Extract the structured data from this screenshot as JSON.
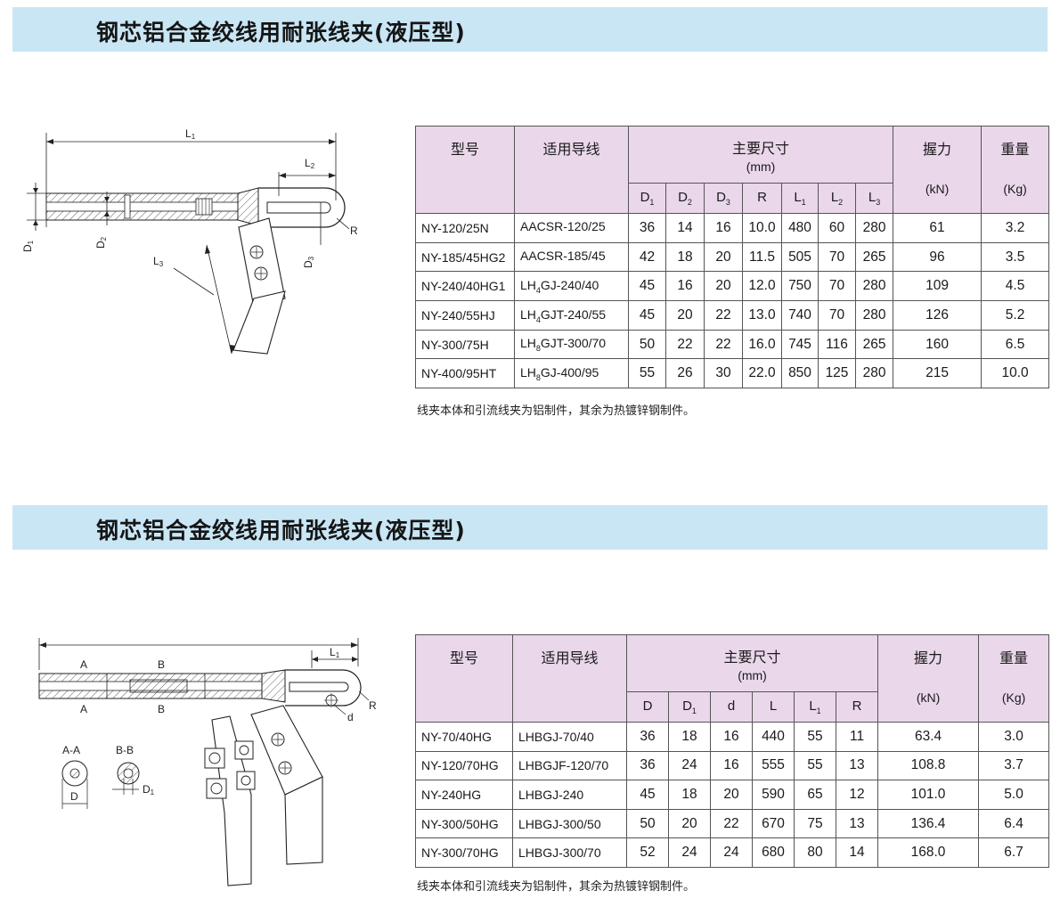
{
  "section1": {
    "title": "钢芯铝合金绞线用耐张线夹(液压型)",
    "drawing_labels": {
      "L1": "L",
      "L1s": "1",
      "L2": "L",
      "L2s": "2",
      "L3": "L",
      "L3s": "3",
      "D1": "D",
      "D1s": "1",
      "D2": "D",
      "D2s": "2",
      "D3": "D",
      "D3s": "3",
      "R": "R"
    },
    "table": {
      "h_model": "型号",
      "h_conductor": "适用导线",
      "h_dims": "主要尺寸",
      "h_dims_unit": "(mm)",
      "h_grip": "握力",
      "h_grip_unit": "(kN)",
      "h_weight": "重量",
      "h_weight_unit": "(Kg)",
      "sub": [
        {
          "b": "D",
          "s": "1"
        },
        {
          "b": "D",
          "s": "2"
        },
        {
          "b": "D",
          "s": "3"
        },
        {
          "b": "R",
          "s": ""
        },
        {
          "b": "L",
          "s": "1"
        },
        {
          "b": "L",
          "s": "2"
        },
        {
          "b": "L",
          "s": "3"
        }
      ],
      "rows": [
        {
          "model": "NY-120/25N",
          "cb": "AACSR-120/25",
          "cs": "",
          "ca": "",
          "d1": "36",
          "d2": "14",
          "d3": "16",
          "r": "10.0",
          "l1": "480",
          "l2": "60",
          "l3": "280",
          "grip": "61",
          "weight": "3.2"
        },
        {
          "model": "NY-185/45HG2",
          "cb": "AACSR-185/45",
          "cs": "",
          "ca": "",
          "d1": "42",
          "d2": "18",
          "d3": "20",
          "r": "11.5",
          "l1": "505",
          "l2": "70",
          "l3": "265",
          "grip": "96",
          "weight": "3.5"
        },
        {
          "model": "NY-240/40HG1",
          "cb": "LH",
          "cs": "4",
          "ca": "GJ-240/40",
          "d1": "45",
          "d2": "16",
          "d3": "20",
          "r": "12.0",
          "l1": "750",
          "l2": "70",
          "l3": "280",
          "grip": "109",
          "weight": "4.5"
        },
        {
          "model": "NY-240/55HJ",
          "cb": "LH",
          "cs": "4",
          "ca": "GJT-240/55",
          "d1": "45",
          "d2": "20",
          "d3": "22",
          "r": "13.0",
          "l1": "740",
          "l2": "70",
          "l3": "280",
          "grip": "126",
          "weight": "5.2"
        },
        {
          "model": "NY-300/75H",
          "cb": "LH",
          "cs": "8",
          "ca": "GJT-300/70",
          "d1": "50",
          "d2": "22",
          "d3": "22",
          "r": "16.0",
          "l1": "745",
          "l2": "116",
          "l3": "265",
          "grip": "160",
          "weight": "6.5"
        },
        {
          "model": "NY-400/95HT",
          "cb": "LH",
          "cs": "8",
          "ca": "GJ-400/95",
          "d1": "55",
          "d2": "26",
          "d3": "30",
          "r": "22.0",
          "l1": "850",
          "l2": "125",
          "l3": "280",
          "grip": "215",
          "weight": "10.0"
        }
      ]
    },
    "note": "线夹本体和引流线夹为铝制件，其余为热镀锌钢制件。"
  },
  "section2": {
    "title": "钢芯铝合金绞线用耐张线夹(液压型)",
    "drawing_labels": {
      "A": "A",
      "B": "B",
      "L1": "L",
      "L1s": "1",
      "R": "R",
      "d": "d",
      "AA": "A-A",
      "BB": "B-B",
      "D": "D",
      "D1": "D",
      "D1s": "1"
    },
    "table": {
      "h_model": "型号",
      "h_conductor": "适用导线",
      "h_dims": "主要尺寸",
      "h_dims_unit": "(mm)",
      "h_grip": "握力",
      "h_grip_unit": "(kN)",
      "h_weight": "重量",
      "h_weight_unit": "(Kg)",
      "sub": [
        {
          "b": "D",
          "s": ""
        },
        {
          "b": "D",
          "s": "1"
        },
        {
          "b": "d",
          "s": ""
        },
        {
          "b": "L",
          "s": ""
        },
        {
          "b": "L",
          "s": "1"
        },
        {
          "b": "R",
          "s": ""
        }
      ],
      "rows": [
        {
          "model": "NY-70/40HG",
          "conductor": "LHBGJ-70/40",
          "d": "36",
          "d1": "18",
          "dd": "16",
          "l": "440",
          "l1": "55",
          "r": "11",
          "grip": "63.4",
          "weight": "3.0"
        },
        {
          "model": "NY-120/70HG",
          "conductor": "LHBGJF-120/70",
          "d": "36",
          "d1": "24",
          "dd": "16",
          "l": "555",
          "l1": "55",
          "r": "13",
          "grip": "108.8",
          "weight": "3.7"
        },
        {
          "model": "NY-240HG",
          "conductor": "LHBGJ-240",
          "d": "45",
          "d1": "18",
          "dd": "20",
          "l": "590",
          "l1": "65",
          "r": "12",
          "grip": "101.0",
          "weight": "5.0"
        },
        {
          "model": "NY-300/50HG",
          "conductor": "LHBGJ-300/50",
          "d": "50",
          "d1": "20",
          "dd": "22",
          "l": "670",
          "l1": "75",
          "r": "13",
          "grip": "136.4",
          "weight": "6.4"
        },
        {
          "model": "NY-300/70HG",
          "conductor": "LHBGJ-300/70",
          "d": "52",
          "d1": "24",
          "dd": "24",
          "l": "680",
          "l1": "80",
          "r": "14",
          "grip": "168.0",
          "weight": "6.7"
        }
      ]
    },
    "note": "线夹本体和引流线夹为铝制件，其余为热镀锌钢制件。"
  }
}
